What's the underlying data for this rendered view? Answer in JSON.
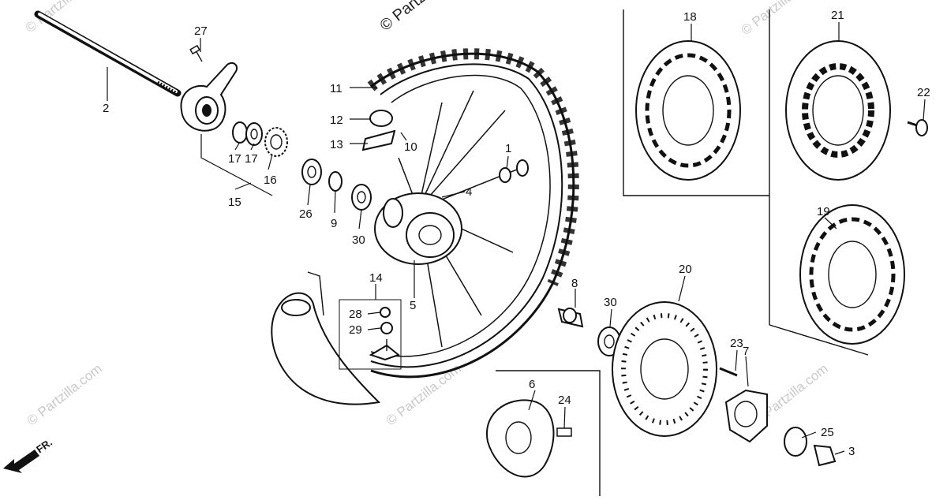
{
  "watermarks": {
    "top": "© Partzilla",
    "corner": "© Partzilla.com"
  },
  "direction_marker": "FR.",
  "callouts": {
    "p1": "1",
    "p2": "2",
    "p3": "3",
    "p4": "4",
    "p5": "5",
    "p6": "6",
    "p7": "7",
    "p8": "8",
    "p9": "9",
    "p10": "10",
    "p11": "11",
    "p12": "12",
    "p13": "13",
    "p14": "14",
    "p15": "15",
    "p16": "16",
    "p17a": "17",
    "p17b": "17",
    "p18": "18",
    "p19": "19",
    "p20": "20",
    "p21": "21",
    "p22": "22",
    "p23": "23",
    "p24": "24",
    "p25": "25",
    "p26": "26",
    "p27": "27",
    "p28": "28",
    "p29": "29",
    "p30a": "30",
    "p30b": "30"
  }
}
